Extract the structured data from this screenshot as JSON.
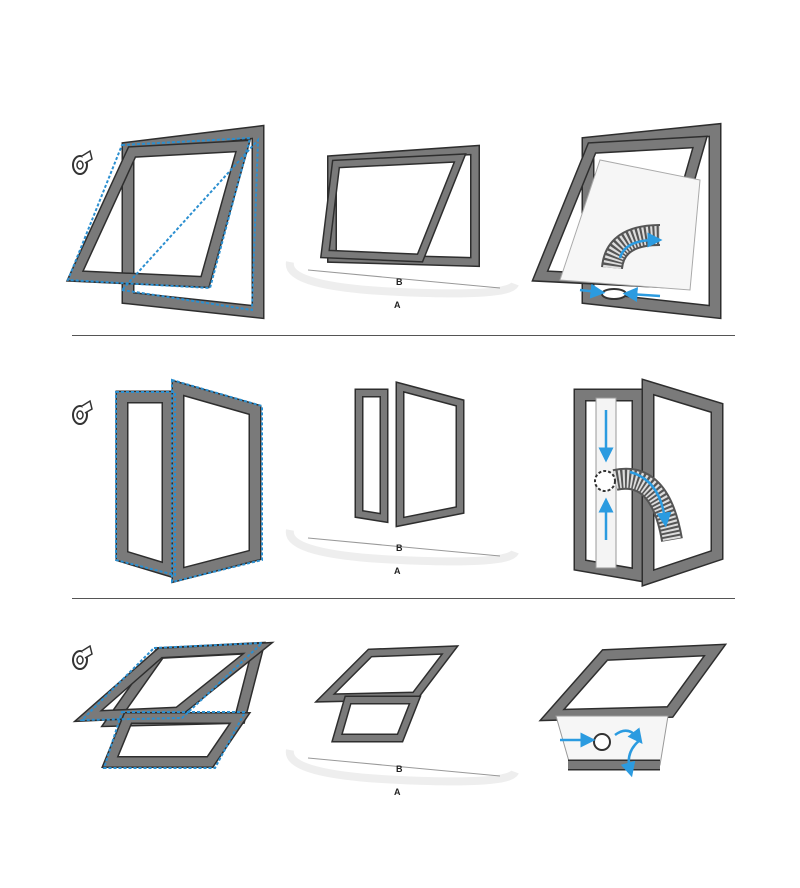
{
  "rows": [
    {
      "type": "top-hung window",
      "label_b": "B",
      "label_a": "A"
    },
    {
      "type": "casement window",
      "label_b": "B",
      "label_a": "A"
    },
    {
      "type": "roof window",
      "label_b": "B",
      "label_a": "A"
    }
  ],
  "colors": {
    "frame": "#7a7a7a",
    "outline": "#2e2e2e",
    "seal": "#2b8fd0",
    "airflow": "#2b9be0"
  }
}
